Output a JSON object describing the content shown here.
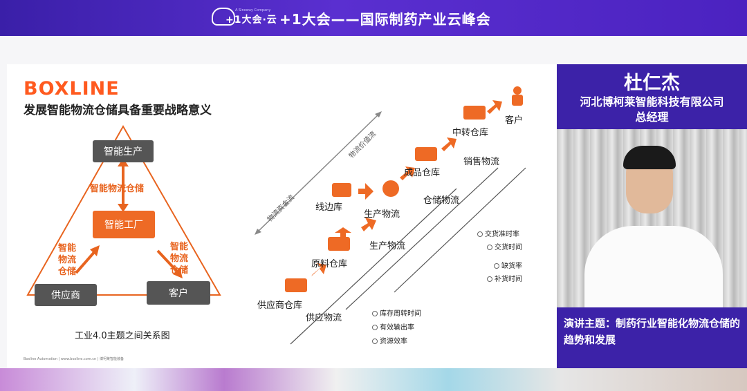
{
  "header": {
    "logo_text": "+1大会·云",
    "logo_sub": "A Sinoway Company",
    "event_title": "+1大会——国际制药产业云峰会"
  },
  "slide": {
    "brand": "BOXLINE",
    "title": "发展智能物流仓储具备重要战略意义",
    "triangle": {
      "top": "智能生产",
      "center": "智能工厂",
      "left": "供应商",
      "right": "客户",
      "label_vertical": "智能物流仓储",
      "label_left": "智能\n物流\n仓储",
      "label_right": "智能\n物流\n仓储"
    },
    "caption": "工业4.0主题之间关系图",
    "footer": "Boxline Automation | www.boxline.com.cn | 博柯莱智能装备",
    "flow": {
      "diag_value": "物流价值流",
      "diag_capital": "物流资金流",
      "nodes": {
        "supplier_wh": "供应商仓库",
        "raw_wh": "原料仓库",
        "line_wh": "线边库",
        "production_logistics_node": "生产物流",
        "finished_wh": "成品仓库",
        "transfer_wh": "中转仓库",
        "customer": "客户"
      },
      "stages": {
        "supply": "供应物流",
        "production": "生产物流",
        "warehousing": "仓储物流",
        "sales": "销售物流"
      },
      "metrics_top": [
        "交货准时率",
        "交货时间",
        "缺货率",
        "补货时间"
      ],
      "metrics_bottom": [
        "库存周转时间",
        "有效输出率",
        "资源效率"
      ]
    }
  },
  "speaker": {
    "name": "杜仁杰",
    "company": "河北博柯莱智能科技有限公司",
    "title": "总经理",
    "topic": "演讲主题：制药行业智能化物流仓储的趋势和发展"
  },
  "colors": {
    "accent_orange": "#ee6a25",
    "header_purple": "#4b22c0",
    "sidebar_purple": "#3c22a8"
  }
}
